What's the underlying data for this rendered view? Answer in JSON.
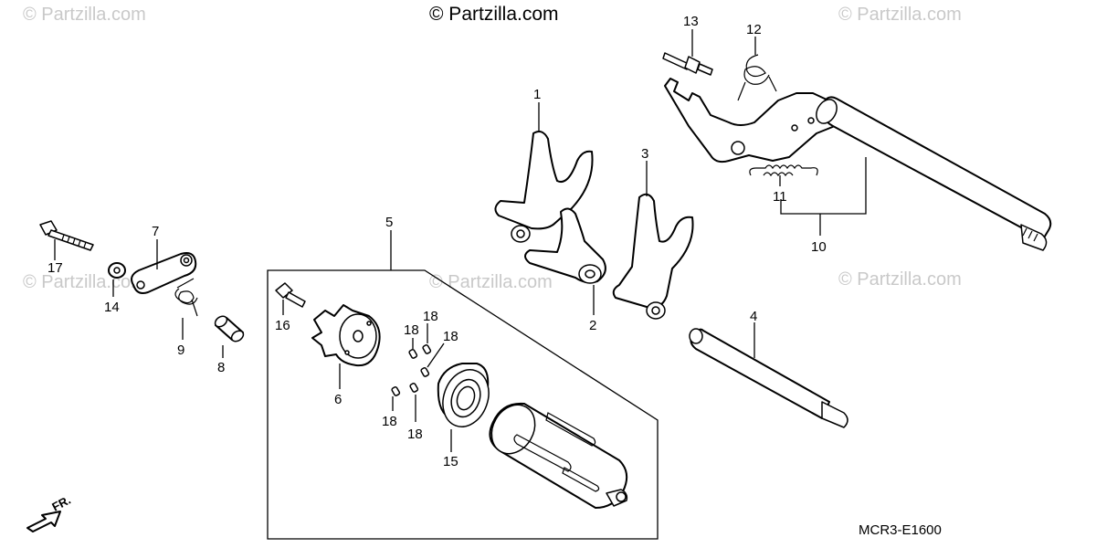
{
  "watermarks": {
    "main": "© Partzilla.com",
    "faint": "© Partzilla.com"
  },
  "diagram_code": "MCR3-E1600",
  "direction_label": "FR.",
  "callouts": {
    "p1": "1",
    "p2": "2",
    "p3": "3",
    "p4": "4",
    "p5": "5",
    "p6": "6",
    "p7": "7",
    "p8": "8",
    "p9": "9",
    "p10": "10",
    "p11": "11",
    "p12": "12",
    "p13": "13",
    "p14": "14",
    "p15": "15",
    "p16": "16",
    "p17": "17",
    "p18a": "18",
    "p18b": "18",
    "p18c": "18",
    "p18d": "18",
    "p18e": "18"
  },
  "colors": {
    "ink": "#000000",
    "watermark": "#c9c9c9",
    "background": "#ffffff"
  }
}
